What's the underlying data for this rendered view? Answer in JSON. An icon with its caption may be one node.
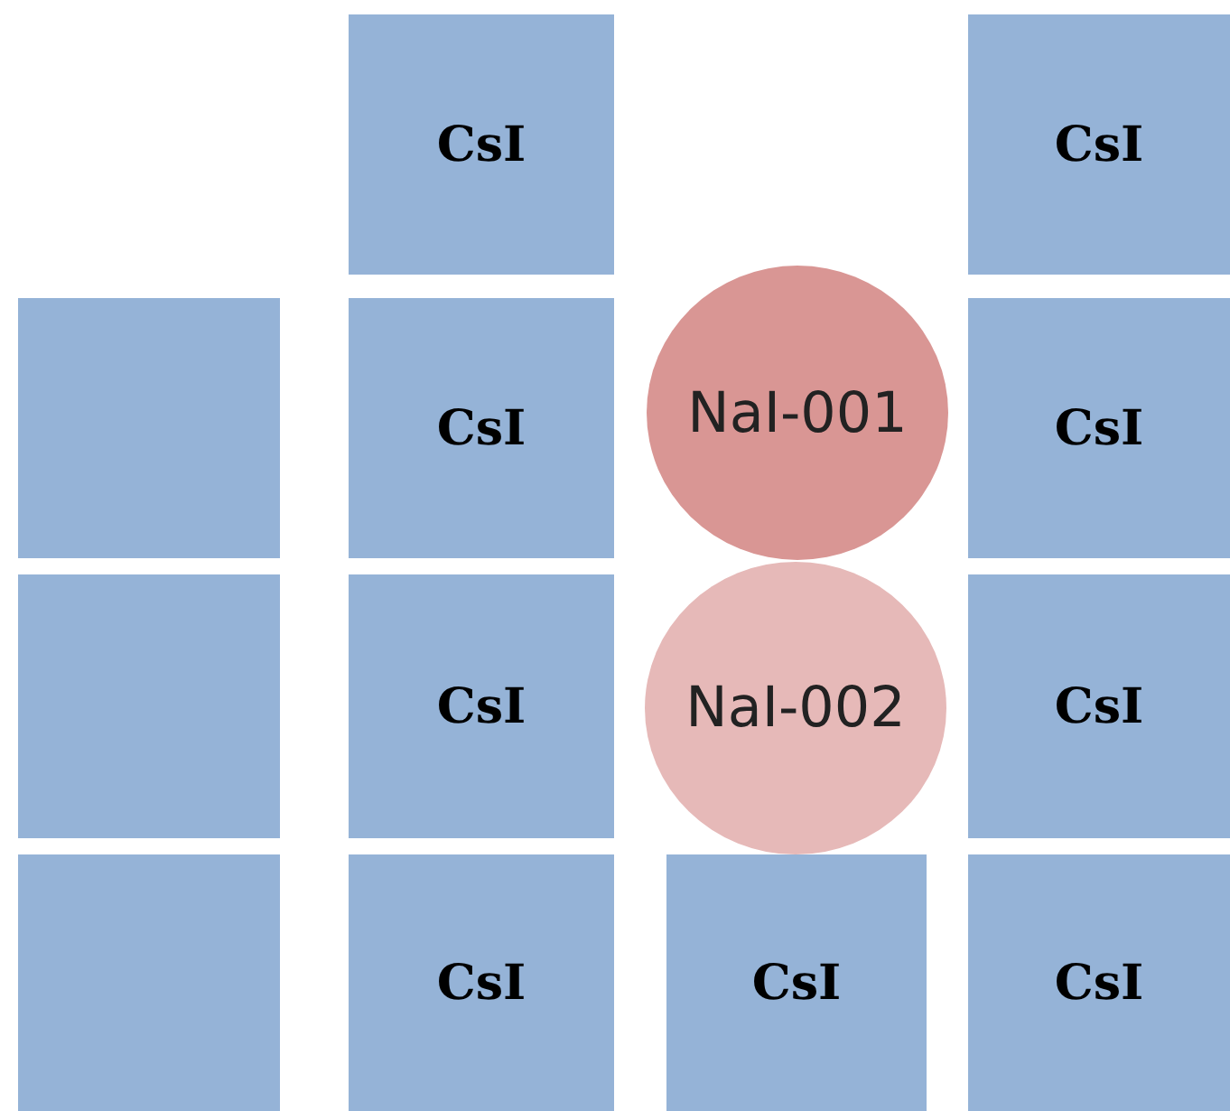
{
  "diagram": {
    "nodes": [
      {
        "text": [
          "CsI"
        ]
      },
      {
        "text": [
          "CsI"
        ]
      },
      {
        "text": [],
        "shape": "box"
      },
      {
        "text": [
          "CsI"
        ]
      },
      {
        "text": [
          "NaI-001"
        ]
      },
      {
        "text": [
          "CsI"
        ]
      },
      {
        "text": [],
        "shape": "box"
      },
      {
        "text": [
          "CsI"
        ]
      },
      {
        "text": [
          "NaI-002"
        ]
      },
      {
        "text": [
          "CsI"
        ]
      },
      {
        "text": [],
        "shape": "box"
      },
      {
        "text": [
          "CsI"
        ]
      },
      {
        "text": [
          "CsI"
        ]
      },
      {
        "text": [
          "CsI"
        ]
      }
    ],
    "edges": []
  }
}
